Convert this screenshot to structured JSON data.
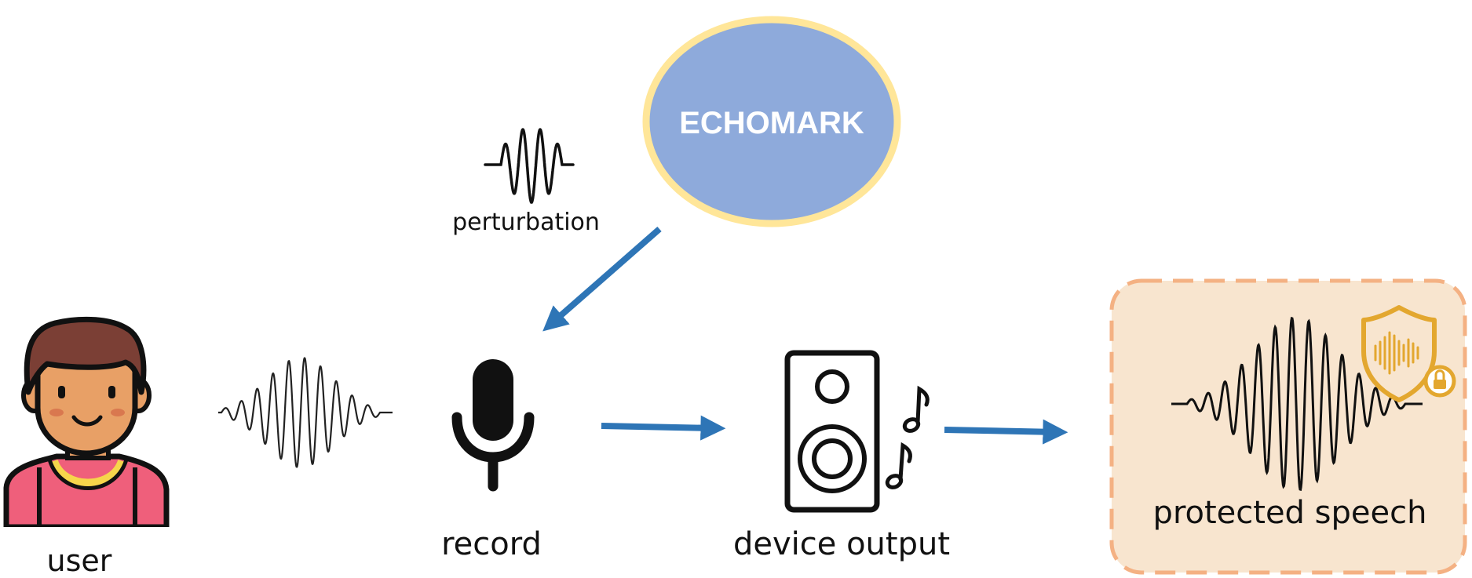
{
  "nodes": {
    "user": {
      "label": "user"
    },
    "perturbation": {
      "label": "perturbation"
    },
    "echomark": {
      "label": "ECHOMARK"
    },
    "record": {
      "label": "record"
    },
    "device_output": {
      "label": "device output"
    },
    "protected_speech": {
      "label": "protected speech"
    }
  },
  "colors": {
    "arrow": "#2e75b6",
    "echomark_fill": "#8eaadb",
    "echomark_border": "#ffe699",
    "echomark_text": "#ffffff",
    "protected_fill": "#f8e5cf",
    "protected_border": "#f4b183",
    "shield": "#e3a72f",
    "user_skin": "#e8a066",
    "user_hair": "#7b3f35",
    "user_shirt": "#ef5f7b",
    "user_collar": "#f6d54b"
  }
}
